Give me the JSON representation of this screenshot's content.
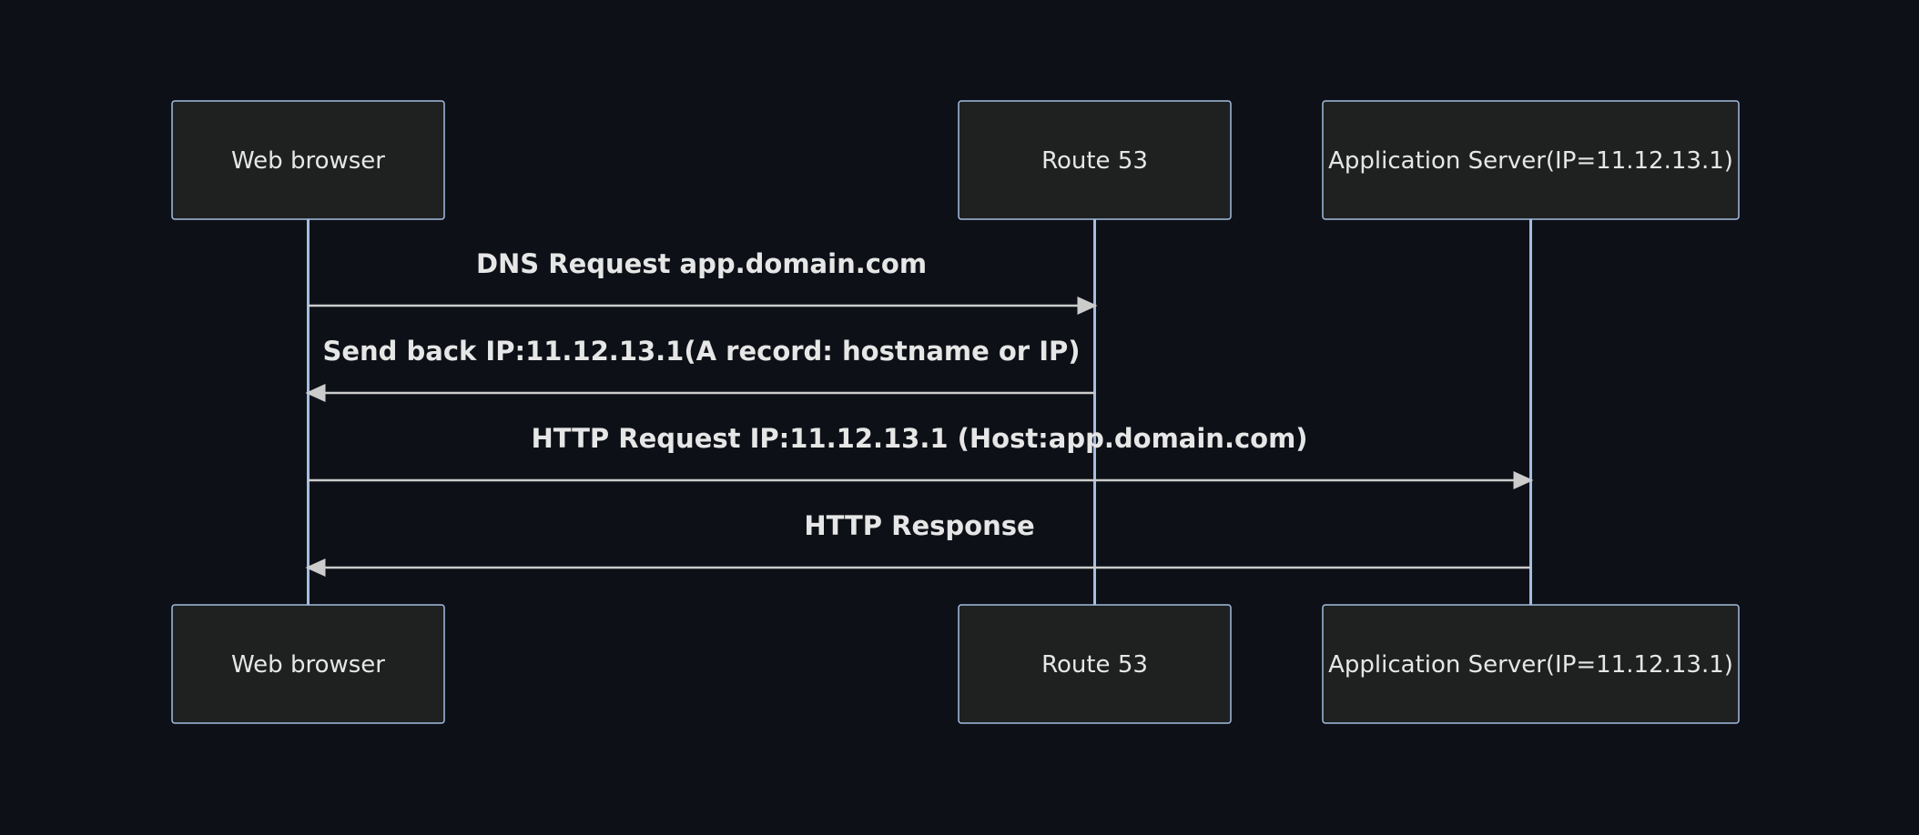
{
  "diagram": {
    "type": "sequence",
    "colors": {
      "background": "#0d1117",
      "box_fill": "#1f2020",
      "box_border": "#a4bde0",
      "lifeline": "#a4bde0",
      "message": "#cccccc",
      "text": "#e6e6e6"
    },
    "participants": [
      {
        "id": "browser",
        "label": "Web browser"
      },
      {
        "id": "route53",
        "label": "Route 53"
      },
      {
        "id": "server",
        "label": "Application Server(IP=11.12.13.1)"
      }
    ],
    "messages": [
      {
        "from": "browser",
        "to": "route53",
        "label": "DNS Request app.domain.com"
      },
      {
        "from": "route53",
        "to": "browser",
        "label": "Send back IP:11.12.13.1(A record: hostname or IP)"
      },
      {
        "from": "browser",
        "to": "server",
        "label": "HTTP Request IP:11.12.13.1 (Host:app.domain.com)"
      },
      {
        "from": "server",
        "to": "browser",
        "label": "HTTP Response"
      }
    ]
  }
}
